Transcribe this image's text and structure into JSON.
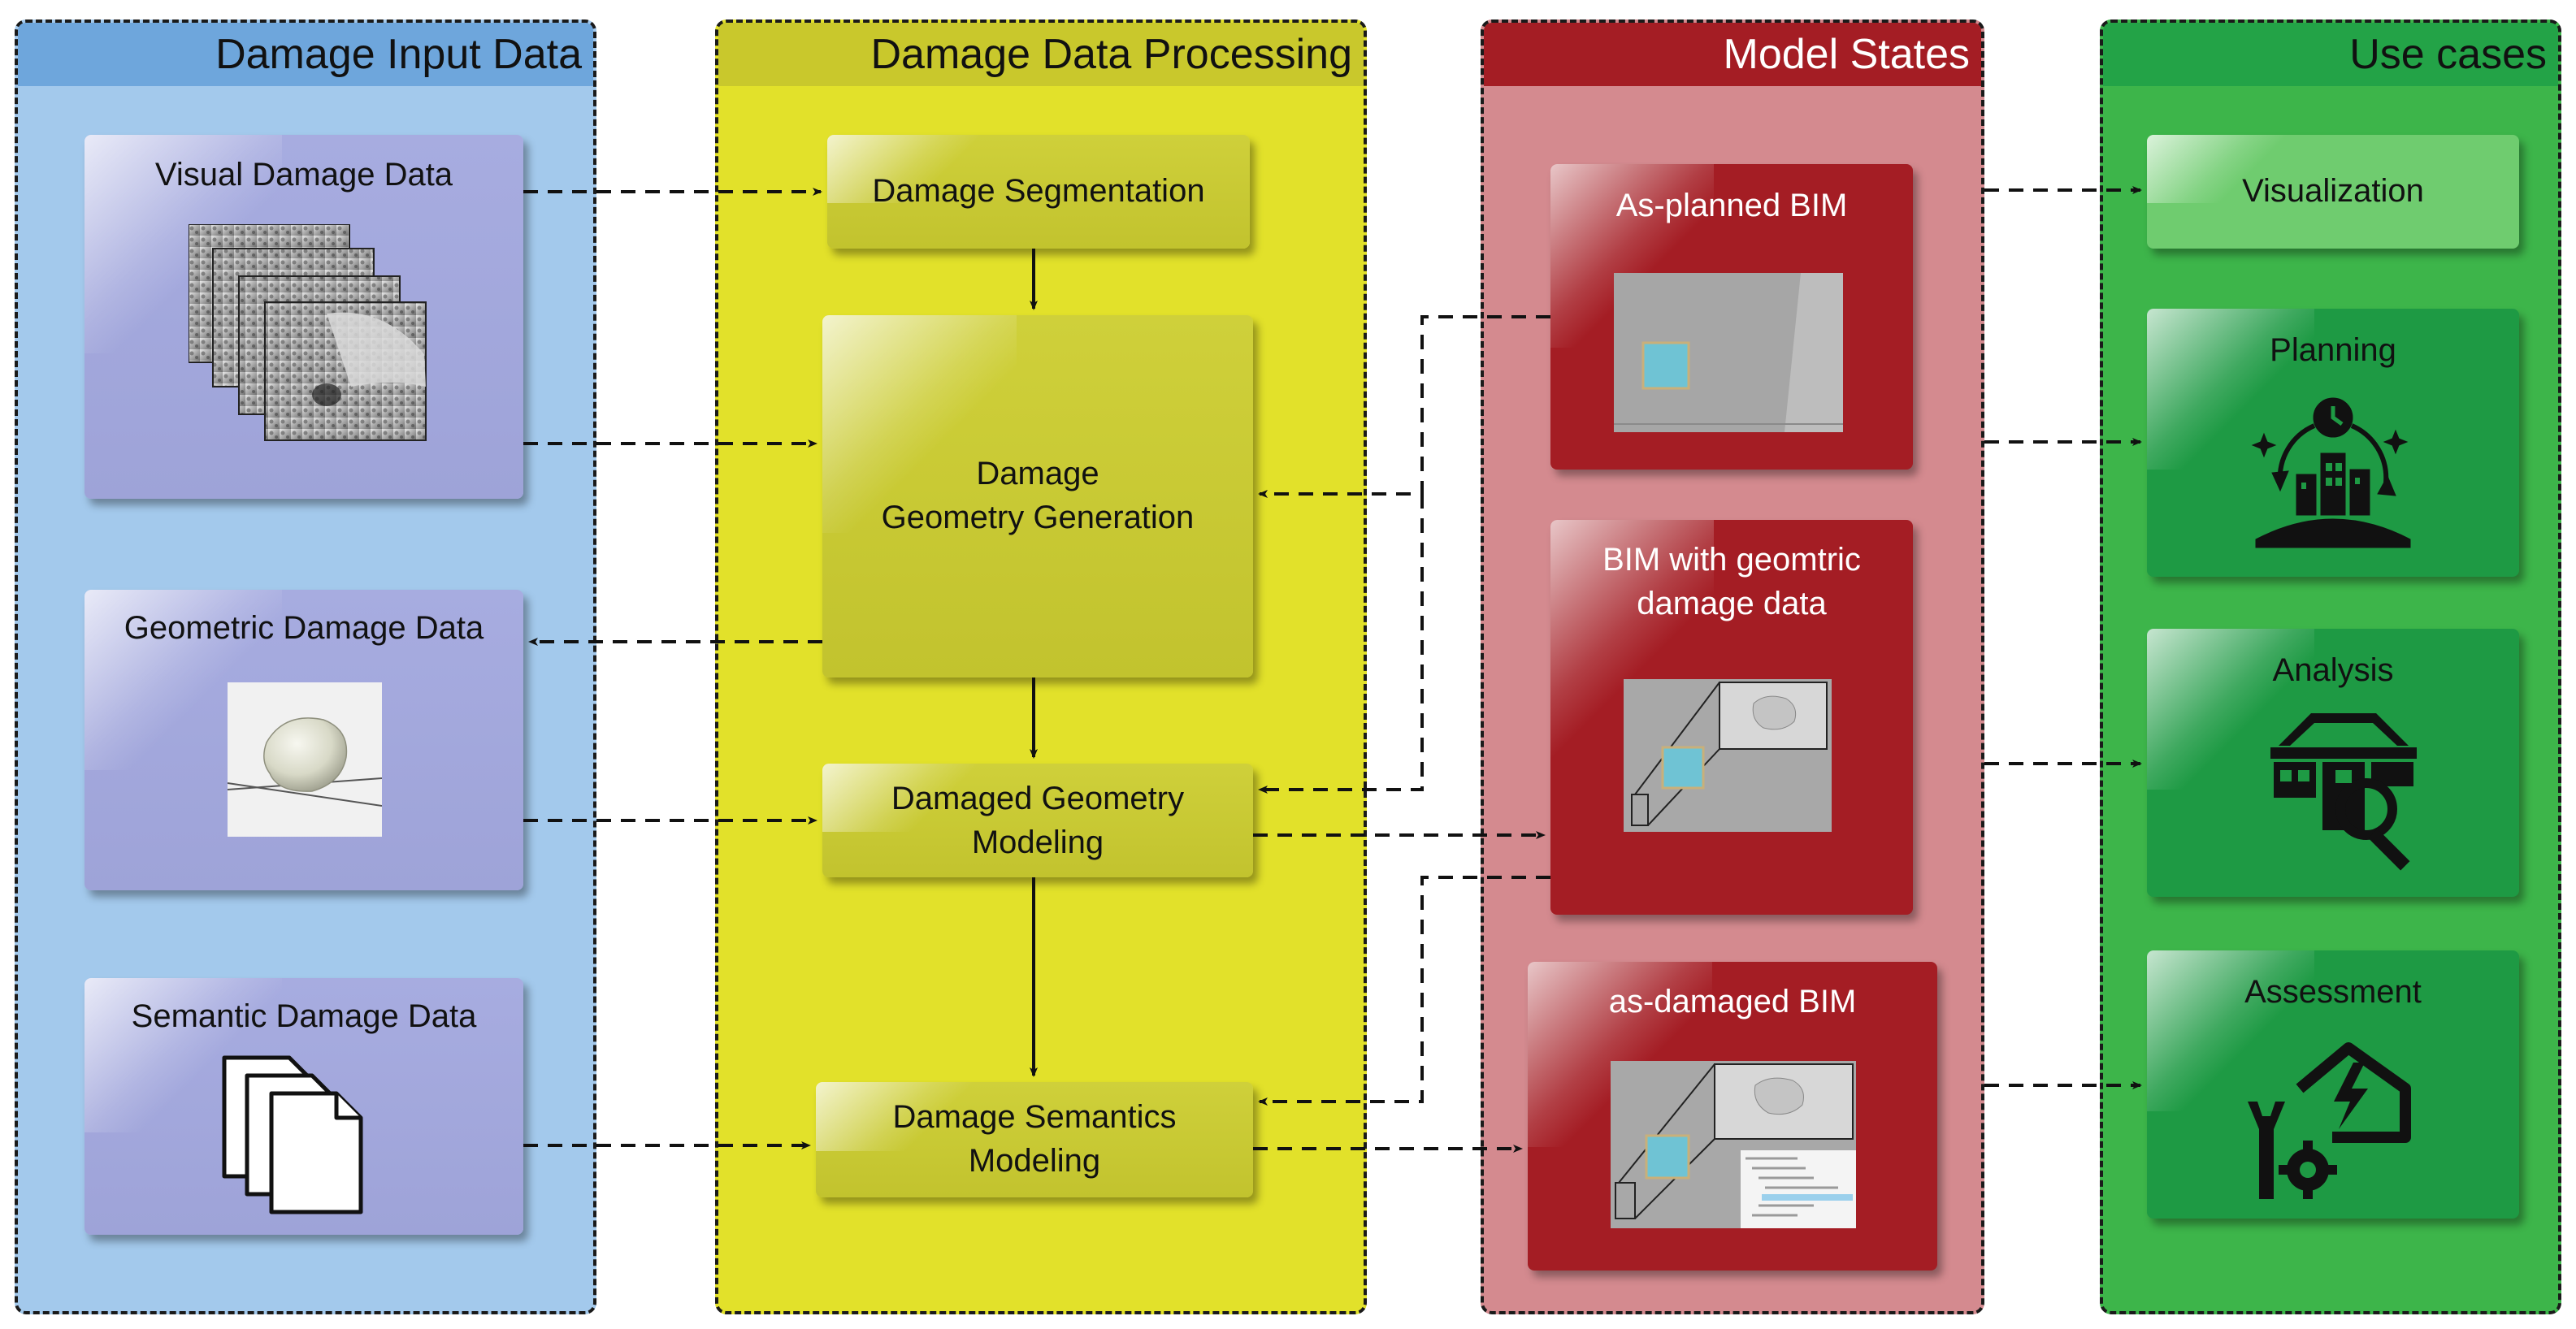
{
  "columns": {
    "input": {
      "title": "Damage Input Data",
      "fill": "#a3c9ec",
      "header": "#6ea6dc"
    },
    "processing": {
      "title": "Damage Data Processing",
      "fill": "#e2e12a",
      "header": "#c9c82c"
    },
    "states": {
      "title": "Model States",
      "fill": "#d48a8f",
      "header": "#a41d24"
    },
    "usecases": {
      "title": "Use cases",
      "fill": "#3db54a",
      "header": "#23a347"
    }
  },
  "input_boxes": {
    "visual": "Visual Damage Data",
    "geometric": "Geometric Damage Data",
    "semantic": "Semantic Damage Data"
  },
  "processing_boxes": {
    "segmentation": "Damage Segmentation",
    "geometry_line1": "Damage",
    "geometry_line2": "Geometry Generation",
    "modeling_line1": "Damaged Geometry",
    "modeling_line2": "Modeling",
    "semantics_line1": "Damage Semantics",
    "semantics_line2": "Modeling"
  },
  "state_boxes": {
    "as_planned": "As-planned BIM",
    "geom_line1": "BIM with geomtric",
    "geom_line2": "damage data",
    "as_damaged": "as-damaged BIM"
  },
  "usecase_boxes": {
    "visualization": "Visualization",
    "planning": "Planning",
    "analysis": "Analysis",
    "assessment": "Assessment"
  },
  "icons": {
    "photo_stack": "photo-stack-icon",
    "mesh": "mesh-icon",
    "documents": "document-stack-icon",
    "planning": "planning-icon",
    "analysis": "analysis-icon",
    "assessment": "assessment-icon"
  }
}
